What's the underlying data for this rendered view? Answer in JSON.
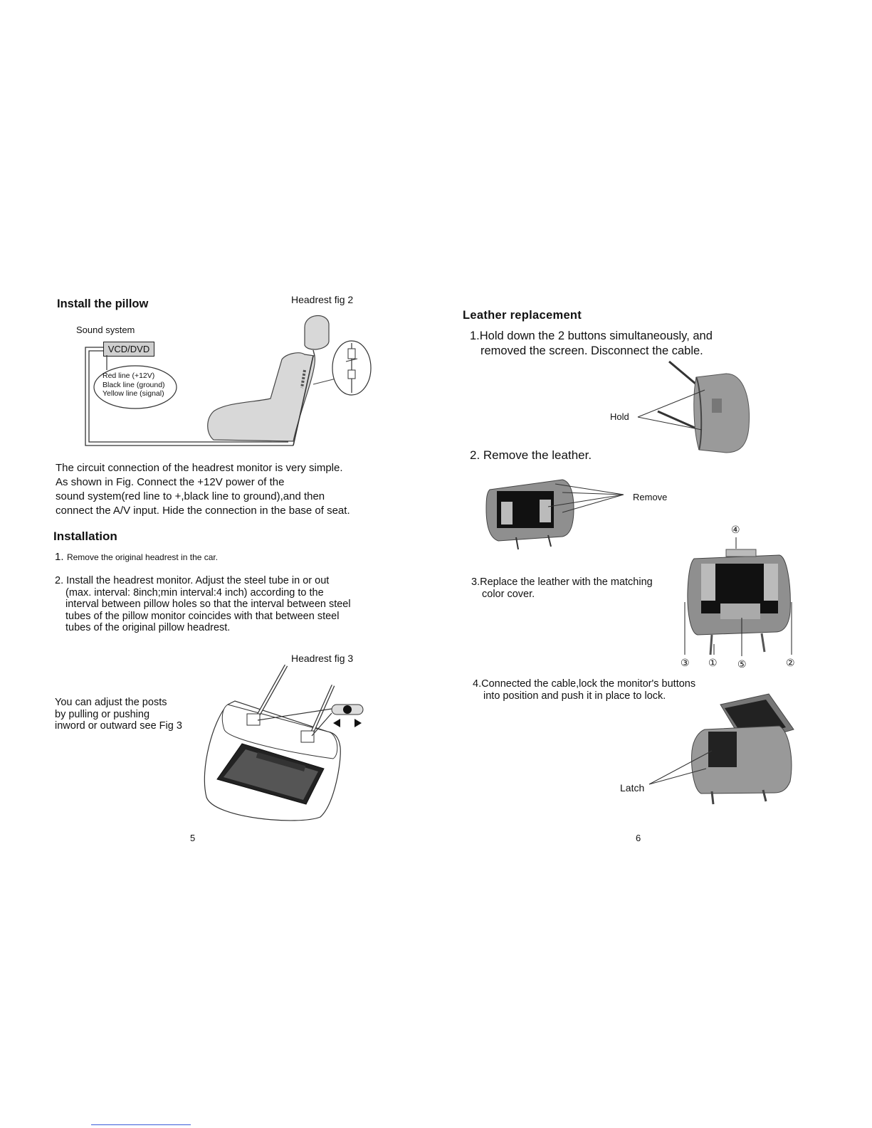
{
  "left_page": {
    "title": "Install the pillow",
    "fig2_caption": "Headrest fig 2",
    "diagram": {
      "sound_system_label": "Sound system",
      "vcd_label": "VCD/DVD",
      "wire_labels": [
        "Red line (+12V)",
        "Black line (ground)",
        "Yellow line (signal)"
      ]
    },
    "circuit_paragraph": [
      "The circuit connection of the headrest monitor is very simple.",
      "As shown in Fig. Connect the +12V power of the",
      "sound system(red line to +,black line to ground),and then",
      "connect the A/V input. Hide the connection in the base of seat."
    ],
    "installation_title": "Installation",
    "step1_number": "1.",
    "step1_text": "Remove the original headrest in the car.",
    "step2_lines": [
      "2. Install the headrest monitor. Adjust the steel tube in or out",
      "(max. interval: 8inch;min interval:4 inch) according to the",
      "interval between pillow holes so that the interval between steel",
      "tubes of the pillow monitor coincides with that between steel",
      "tubes of the original pillow headrest."
    ],
    "fig3_caption": "Headrest fig 3",
    "adjust_lines": [
      "You can adjust the posts",
      "by pulling or pushing",
      "inword or outward see Fig 3"
    ],
    "page_number": "5"
  },
  "right_page": {
    "title": "Leather replacement",
    "step1_lines": [
      "1.Hold down the 2 buttons simultaneously, and",
      "removed the screen. Disconnect the cable."
    ],
    "hold_label": "Hold",
    "step2_text": "2. Remove the leather.",
    "remove_label": "Remove",
    "step3_lines": [
      "3.Replace the leather with the matching",
      "color cover."
    ],
    "callouts": [
      "④",
      "③",
      "①",
      "⑤",
      "②"
    ],
    "step4_lines": [
      "4.Connected the cable,lock the monitor's buttons",
      "into position and push it in place to lock."
    ],
    "latch_label": "Latch",
    "page_number": "6"
  }
}
